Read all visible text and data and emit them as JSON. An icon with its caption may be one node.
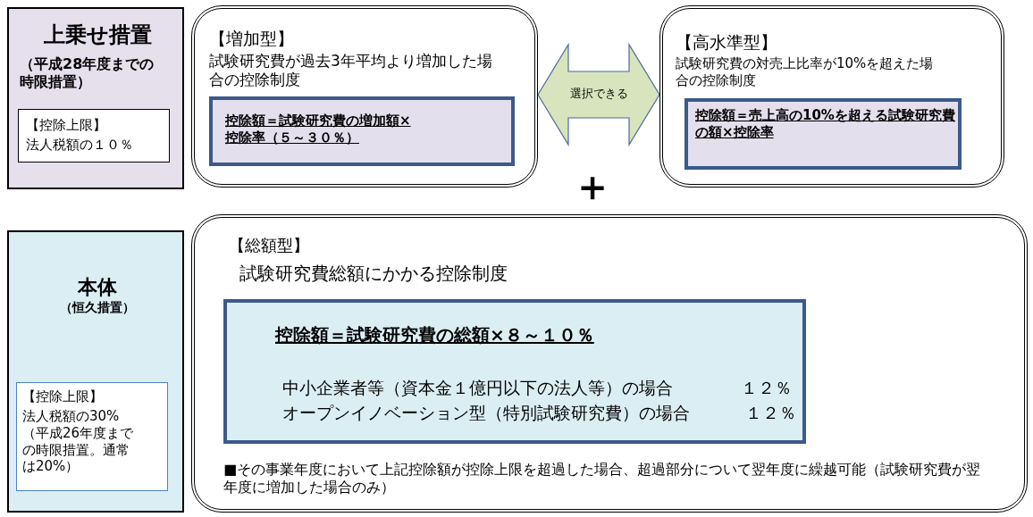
{
  "diagram": {
    "nodes": [
      {
        "text": [
          "上乗せ措置",
          "（平成28年度までの時限措置）"
        ]
      },
      {
        "text": [
          "【控除上限】",
          "法人税額の１０％"
        ],
        "in": 0
      },
      {
        "text": [
          "【増加型】",
          "試験研究費が過去3年平均より増加した場合の控除制度"
        ]
      },
      {
        "text": [
          "控除額＝試験研究費の増加額×控除率（５～３０％）"
        ],
        "in": 2
      },
      {
        "text": [
          "【高水準型】",
          "試験研究費の対売上比率が10%を超えた場合の控除制度"
        ]
      },
      {
        "text": [
          "控除額＝売上高の10%を超える試験研究費の額×控除率"
        ],
        "in": 4
      },
      {
        "text": [
          "本体",
          "（恒久措置）"
        ]
      },
      {
        "text": [
          "【控除上限】",
          "法人税額の30%（平成26年度までの時限措置。通常は20%）"
        ],
        "in": 6
      },
      {
        "text": [
          "【総額型】",
          "試験研究費総額にかかる控除制度",
          "■その事業年度において上記控除額が控除上限を超過した場合、超過部分について翌年度に繰越可能（試験研究費が翌年度に増加した場合のみ）"
        ]
      },
      {
        "text": [
          "控除額＝試験研究費の総額×８～１０％",
          "中小企業者等（資本金１億円以下の法人等）の場合",
          "１２％",
          "オープンイノベーション型（特別試験研究費）の場合",
          "１２％"
        ],
        "in": 8
      }
    ],
    "edges": [
      {
        "from": 2,
        "to": 4,
        "arrow": "both",
        "label": "選択できる"
      }
    ],
    "labels": [
      "＋"
    ]
  }
}
